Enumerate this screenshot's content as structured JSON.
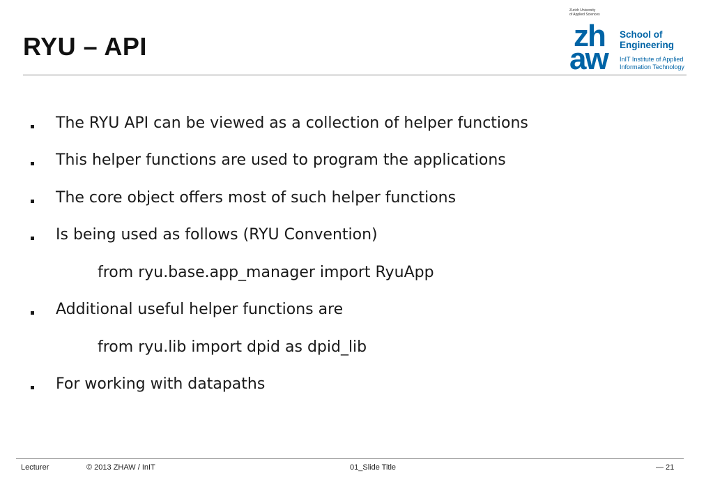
{
  "slide": {
    "title": "RYU – API"
  },
  "logo": {
    "university_line1": "Zurich University",
    "university_line2": "of Applied Sciences",
    "mark_top": "zh",
    "mark_bottom": "aw",
    "school_line1": "School of",
    "school_line2": "Engineering",
    "institute_line1": "InIT Institute of Applied",
    "institute_line2": "Information Technology"
  },
  "content": {
    "items": [
      {
        "text": "The RYU API can be viewed as a collection of helper functions"
      },
      {
        "text": "This helper functions are used to program the applications"
      },
      {
        "text": "The core object offers most of such helper functions"
      },
      {
        "text": "Is being used as follows (RYU Convention)"
      },
      {
        "text": "from ryu.base.app_manager import RyuApp"
      },
      {
        "text": "Additional useful helper functions are"
      },
      {
        "text": "from ryu.lib import dpid as dpid_lib"
      },
      {
        "text": "For working with datapaths"
      }
    ]
  },
  "footer": {
    "lecturer": "Lecturer",
    "copyright": "©  2013  ZHAW / InIT",
    "slide_name": "01_Slide Title",
    "page": "— 21"
  }
}
